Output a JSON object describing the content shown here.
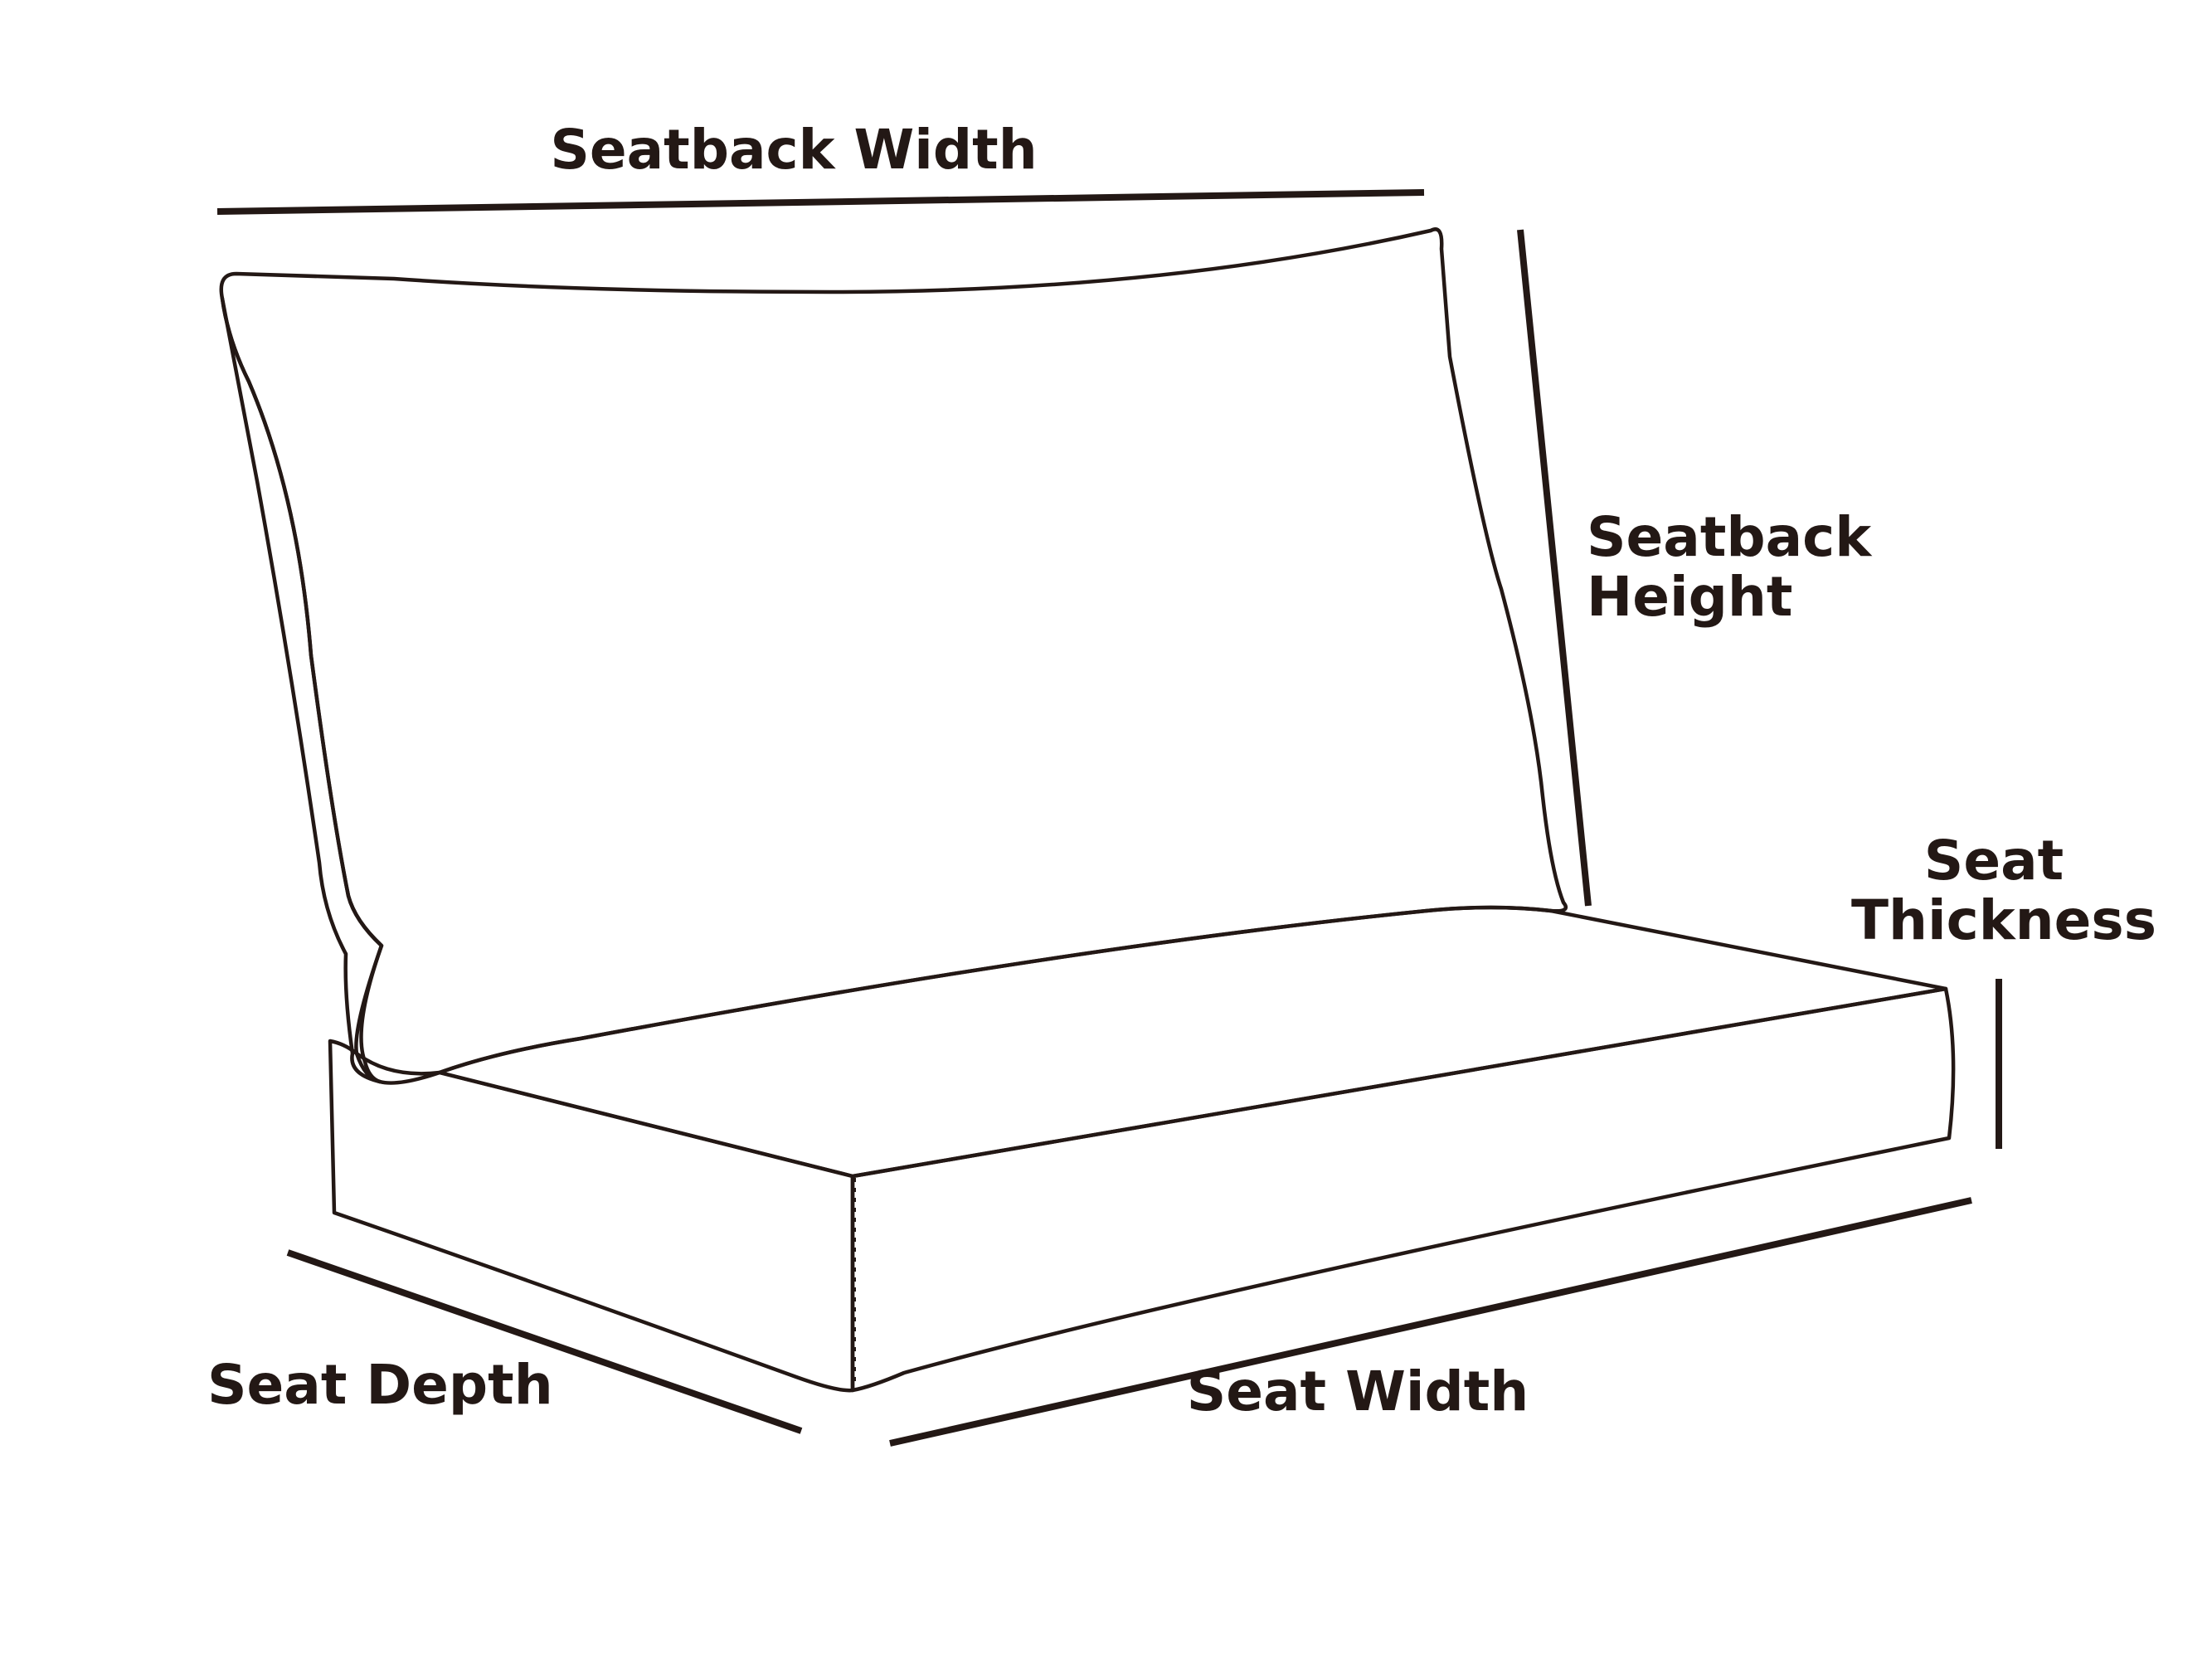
{
  "labels": {
    "seatback_width": "Seatback Width",
    "seatback_height_line1": "Seatback",
    "seatback_height_line2": "Height",
    "seat_thickness_line1": "Seat",
    "seat_thickness_line2": "Thickness",
    "seat_depth": "Seat Depth",
    "seat_width": "Seat Width"
  },
  "colors": {
    "ink": "#231815",
    "side_shade": "#b4b1b1",
    "fill": "#ffffff"
  }
}
